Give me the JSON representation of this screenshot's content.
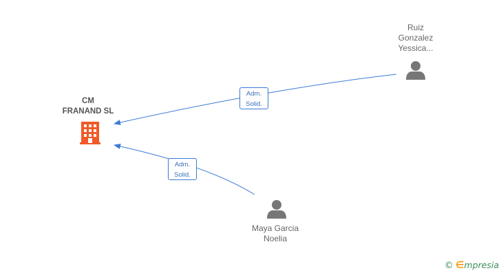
{
  "diagram": {
    "company": {
      "name_line1": "CM",
      "name_line2": "FRANAND SL",
      "icon": "building-icon",
      "icon_color": "#f05a28"
    },
    "persons": [
      {
        "name_line1": "Ruiz",
        "name_line2": "Gonzalez",
        "name_line3": "Yessica...",
        "icon": "person-icon"
      },
      {
        "name_line1": "Maya Garcia",
        "name_line2": "Noelia",
        "icon": "person-icon"
      }
    ],
    "relations": [
      {
        "from": "Ruiz Gonzalez Yessica...",
        "to": "CM FRANAND SL",
        "role_line1": "Adm.",
        "role_line2": "Solid."
      },
      {
        "from": "Maya Garcia Noelia",
        "to": "CM FRANAND SL",
        "role_line1": "Adm.",
        "role_line2": "Solid."
      }
    ],
    "colors": {
      "edge": "#3a7bd5",
      "person_icon": "#777777",
      "text": "#666666"
    }
  },
  "watermark": {
    "copyright_symbol": "©",
    "brand_first": "∈",
    "brand_rest": "mpresia"
  }
}
